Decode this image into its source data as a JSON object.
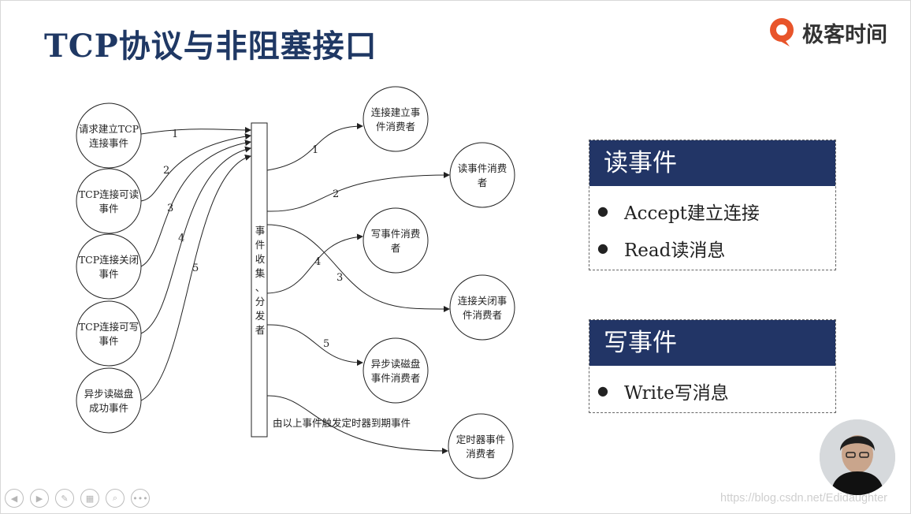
{
  "slide": {
    "title": "TCP协议与非阻塞接口",
    "brand_text": "极客时间",
    "brand_color": "#e8542a",
    "title_color": "#1f3864",
    "card_color": "#223566"
  },
  "diagram": {
    "left_nodes": [
      {
        "line1": "请求建立TCP",
        "line2": "连接事件"
      },
      {
        "line1": "TCP连接可读",
        "line2": "事件"
      },
      {
        "line1": "TCP连接关闭",
        "line2": "事件"
      },
      {
        "line1": "TCP连接可写",
        "line2": "事件"
      },
      {
        "line1": "异步读磁盘",
        "line2": "成功事件"
      }
    ],
    "collector_chars": [
      "事",
      "件",
      "收",
      "集",
      "、",
      "分",
      "发",
      "者"
    ],
    "right_nodes": [
      {
        "line1": "连接建立事",
        "line2": "件消费者"
      },
      {
        "line1": "读事件消费",
        "line2": "者"
      },
      {
        "line1": "写事件消费",
        "line2": "者"
      },
      {
        "line1": "连接关闭事",
        "line2": "件消费者"
      },
      {
        "line1": "异步读磁盘",
        "line2": "事件消费者"
      },
      {
        "line1": "定时器事件",
        "line2": "消费者"
      }
    ],
    "in_labels": [
      "1",
      "2",
      "3",
      "4",
      "5"
    ],
    "out_labels": [
      "1",
      "2",
      "4",
      "3",
      "5"
    ],
    "timer_label": "由以上事件触发定时器到期事件"
  },
  "read_card": {
    "header": "读事件",
    "items": [
      "Accept建立连接",
      "Read读消息"
    ]
  },
  "write_card": {
    "header": "写事件",
    "items": [
      "Write写消息"
    ]
  },
  "controls": {
    "icons": [
      "prev-icon",
      "next-icon",
      "pen-icon",
      "slides-icon",
      "zoom-icon",
      "more-icon"
    ]
  },
  "watermark": "https://blog.csdn.net/Edidaughter"
}
